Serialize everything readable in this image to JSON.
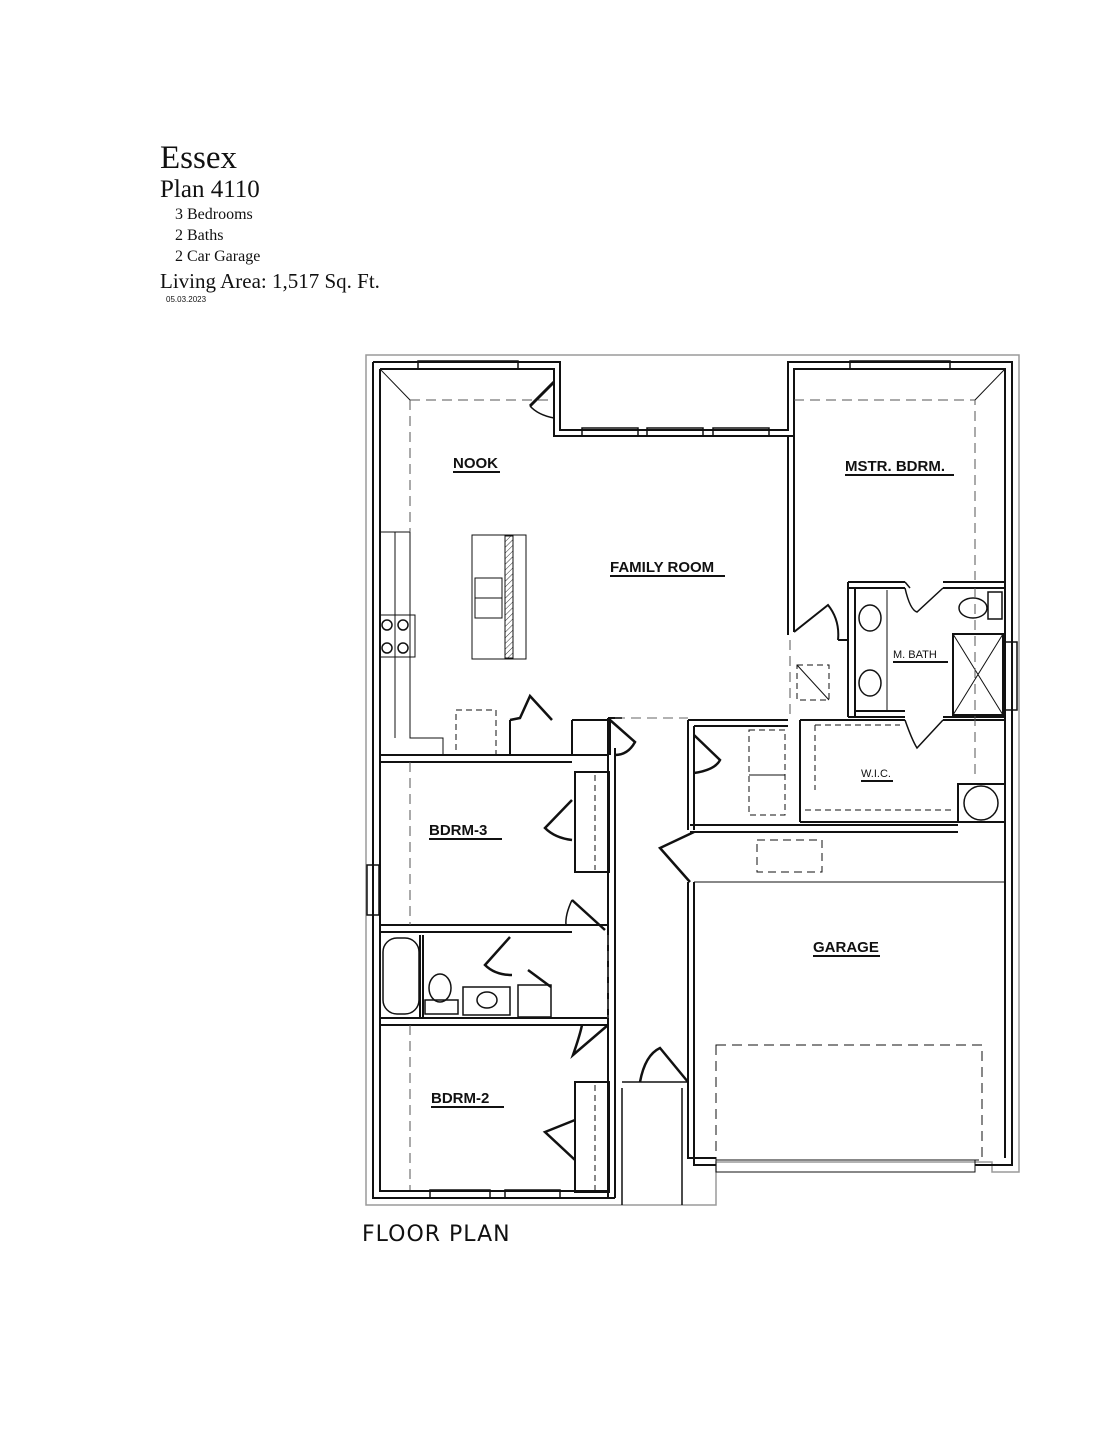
{
  "header": {
    "title": "Essex",
    "plan": "Plan 4110",
    "specs": [
      "3 Bedrooms",
      "2 Baths",
      "2 Car Garage"
    ],
    "living_area": "Living Area: 1,517 Sq. Ft.",
    "date": "05.03.2023"
  },
  "rooms": {
    "nook": "NOOK",
    "family_room": "FAMILY ROOM",
    "master_bedroom": "MSTR. BDRM.",
    "master_bath": "M. BATH",
    "wic": "W.I.C.",
    "bedroom3": "BDRM-3",
    "bedroom2": "BDRM-2",
    "garage": "GARAGE"
  },
  "caption": "FLOOR PLAN",
  "colors": {
    "line": "#111111",
    "outline": "#9a9a9a",
    "dash": "#555555"
  }
}
